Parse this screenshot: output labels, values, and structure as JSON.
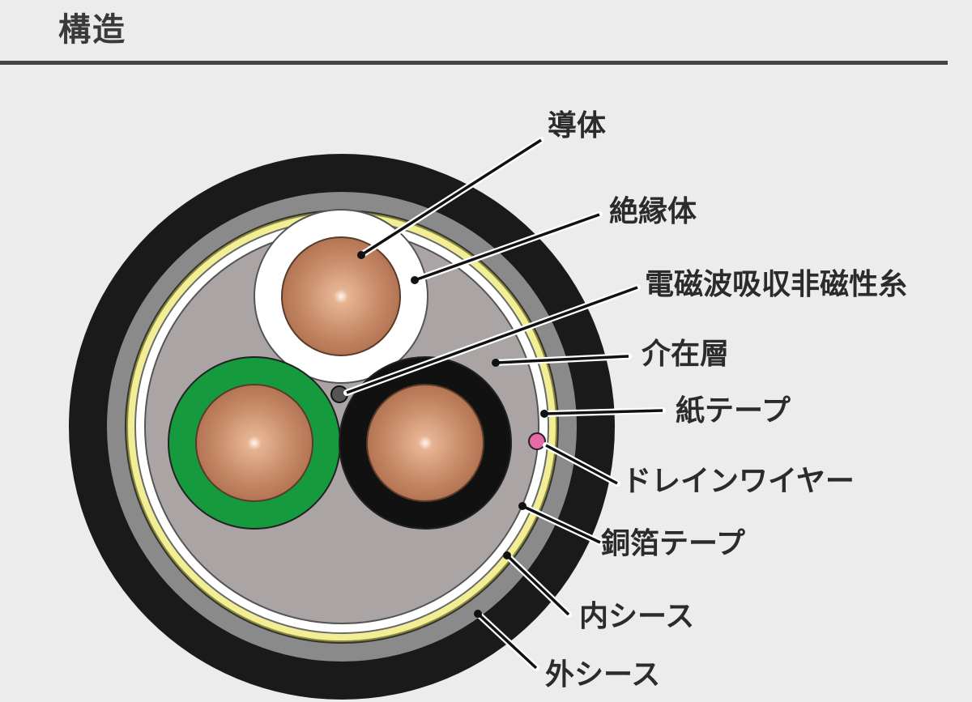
{
  "header": {
    "title": "構造"
  },
  "labels": {
    "conductor": "導体",
    "insulation": "絶縁体",
    "em_absorbing_thread": "電磁波吸収非磁性糸",
    "filler": "介在層",
    "paper_tape": "紙テープ",
    "drain_wire": "ドレインワイヤー",
    "copper_foil_tape": "銅箔テープ",
    "inner_sheath": "内シース",
    "outer_sheath": "外シース"
  },
  "colors": {
    "outer_sheath": "#1a1a1a",
    "inner_sheath": "#8a8a8a",
    "copper_foil_tape": "#f2ee95",
    "paper_tape": "#ffffff",
    "filler": "#aba4a4",
    "conductor": "#c98e6b",
    "insulation_top": "#ffffff",
    "insulation_left": "#159a3e",
    "insulation_right": "#111111",
    "drain_wire": "#e66aa8",
    "em_thread": "#555555"
  }
}
